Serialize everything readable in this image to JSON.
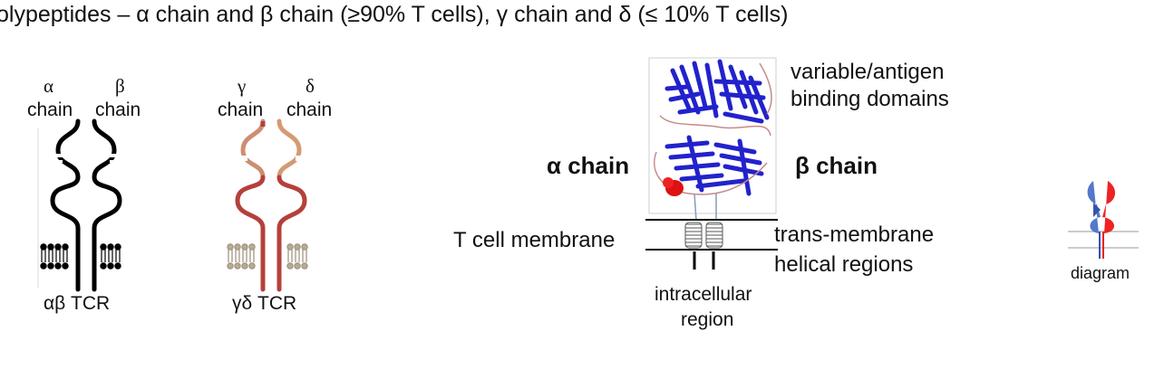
{
  "heading": "olypeptides – α chain and β chain (≥90% T cells), γ chain and δ (≤ 10% T cells)",
  "ab_tcr": {
    "alpha_symbol": "α",
    "beta_symbol": "β",
    "chain_word_left": "chain",
    "chain_word_right": "chain",
    "caption": "αβ TCR"
  },
  "gd_tcr": {
    "gamma_symbol": "γ",
    "delta_symbol": "δ",
    "chain_word_left": "chain",
    "chain_word_right": "chain",
    "caption": "γδ TCR"
  },
  "structure": {
    "variable_line1": "variable/antigen",
    "variable_line2": "binding domains",
    "alpha_chain": "α chain",
    "beta_chain": "β chain",
    "membrane": "T cell membrane",
    "transmembrane_line1": "trans-membrane",
    "transmembrane_line2": "helical regions",
    "intracellular_line1": "intracellular",
    "intracellular_line2": "region"
  },
  "inset": {
    "caption": "diagram"
  },
  "colors": {
    "ab_chain": "#000000",
    "gd_chain": "#b5403b",
    "gd_constant_left": "#c98b6c",
    "gd_constant_right": "#d69a73",
    "protein_blue": "#2222cc",
    "protein_red": "#dd1111",
    "lipid_ab": "#000000",
    "lipid_gd": "#a99c86"
  }
}
